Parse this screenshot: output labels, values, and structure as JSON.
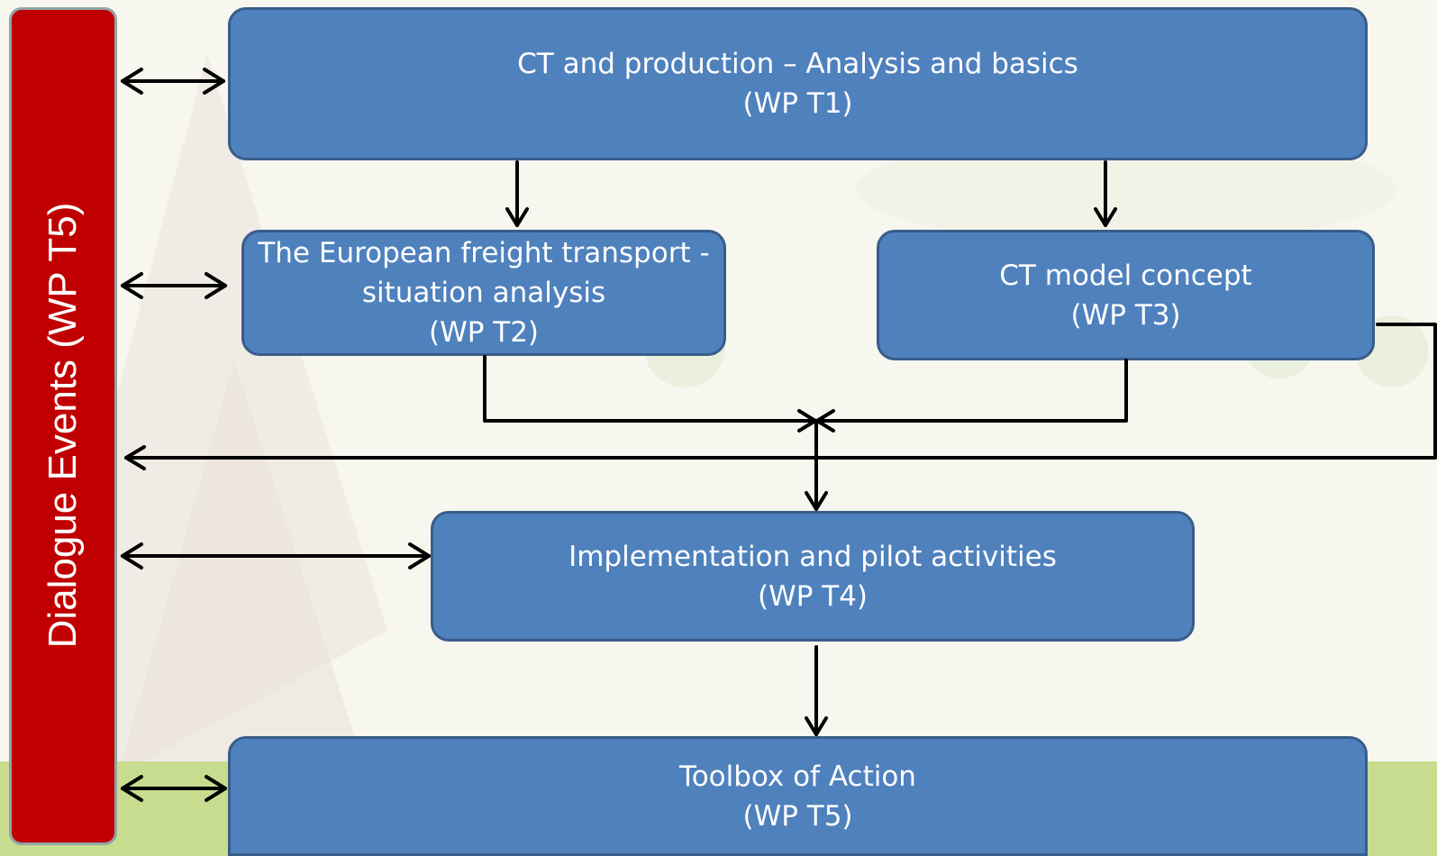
{
  "sidebar": {
    "label": "Dialogue Events (WP T5)"
  },
  "boxes": {
    "t1": {
      "line1": "CT and production – Analysis and basics",
      "line2": "(WP T1)"
    },
    "t2": {
      "line1": "The European freight transport -",
      "line2": "situation analysis",
      "line3": "(WP T2)"
    },
    "t3": {
      "line1": "CT model concept",
      "line2": "(WP T3)"
    },
    "t4": {
      "line1": "Implementation and pilot activities",
      "line2": "(WP T4)"
    },
    "t5": {
      "line1": "Toolbox of Action",
      "line2": "(WP T5)"
    }
  },
  "colors": {
    "box_fill": "#4f81bd",
    "box_border": "#385d8a",
    "sidebar_fill": "#c00000",
    "arrow": "#000000",
    "ground": "#c7dc8f"
  }
}
